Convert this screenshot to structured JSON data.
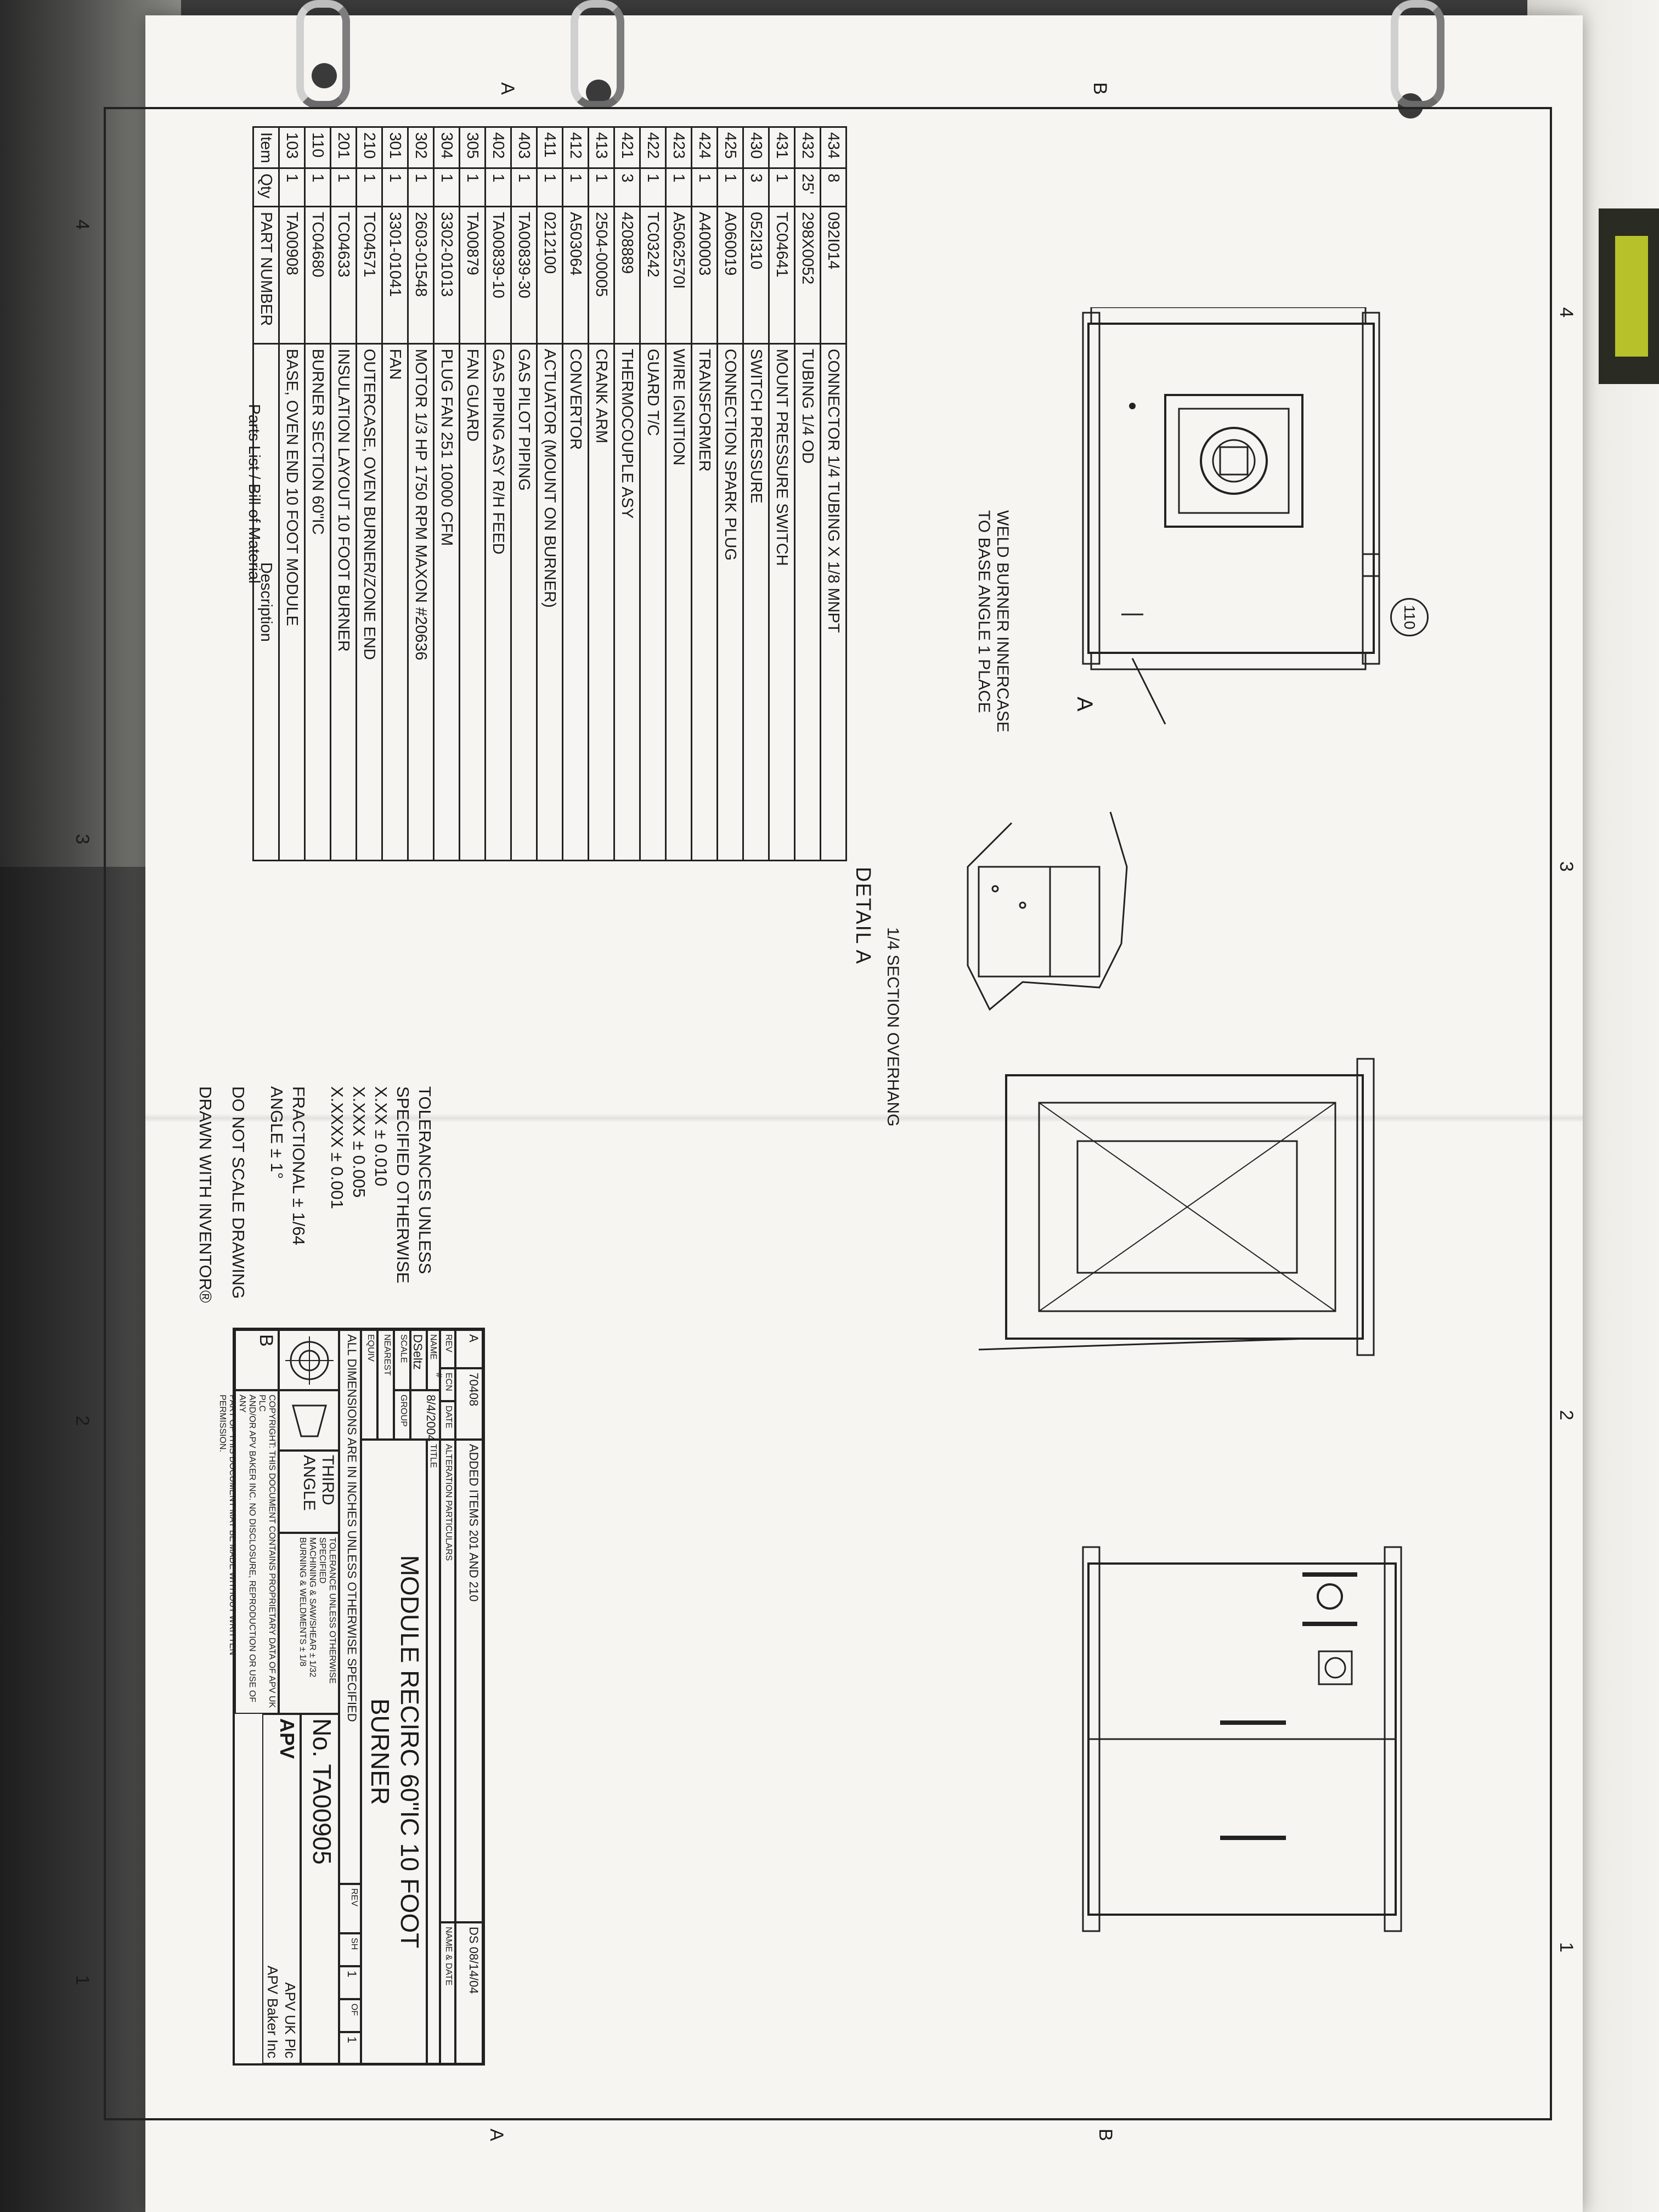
{
  "zones": {
    "top": [
      "4",
      "3",
      "2",
      "1"
    ],
    "bottom": [
      "4",
      "3",
      "2",
      "1"
    ],
    "left": [
      "B",
      "A"
    ],
    "right": [
      "B",
      "A"
    ]
  },
  "bom": {
    "headers": [
      "Item",
      "Qty",
      "PART NUMBER",
      "Description"
    ],
    "caption": "Parts List / Bill of Material",
    "rows": [
      [
        "434",
        "8",
        "092I014",
        "CONNECTOR 1/4 TUBING X 1/8 MNPT"
      ],
      [
        "432",
        "25'",
        "298X0052",
        "TUBING 1/4 OD"
      ],
      [
        "431",
        "1",
        "TC04641",
        "MOUNT PRESSURE SWITCH"
      ],
      [
        "430",
        "3",
        "052I310",
        "SWITCH PRESSURE"
      ],
      [
        "425",
        "1",
        "A060019",
        "CONNECTION SPARK PLUG"
      ],
      [
        "424",
        "1",
        "A400003",
        "TRANSFORMER"
      ],
      [
        "423",
        "1",
        "A5062570I",
        "WIRE IGNITION"
      ],
      [
        "422",
        "1",
        "TC03242",
        "GUARD T/C"
      ],
      [
        "421",
        "3",
        "4208889",
        "THERMOCOUPLE ASY"
      ],
      [
        "413",
        "1",
        "2504-00005",
        "CRANK ARM"
      ],
      [
        "412",
        "1",
        "A503064",
        "CONVERTOR"
      ],
      [
        "411",
        "1",
        "0212100",
        "ACTUATOR (MOUNT ON BURNER)"
      ],
      [
        "403",
        "1",
        "TA00839-30",
        "GAS PILOT PIPING"
      ],
      [
        "402",
        "1",
        "TA00839-10",
        "GAS PIPING ASY R/H FEED"
      ],
      [
        "305",
        "1",
        "TA00879",
        "FAN GUARD"
      ],
      [
        "304",
        "1",
        "3302-01013",
        "PLUG FAN 251 10000 CFM"
      ],
      [
        "302",
        "1",
        "2603-01548",
        "MOTOR 1/3 HP 1750 RPM MAXON #20636"
      ],
      [
        "301",
        "1",
        "3301-01041",
        "FAN"
      ],
      [
        "210",
        "1",
        "TC04571",
        "OUTERCASE, OVEN BURNER/ZONE END"
      ],
      [
        "201",
        "1",
        "TC04633",
        "INSULATION LAYOUT 10 FOOT BURNER"
      ],
      [
        "110",
        "1",
        "TC04680",
        "BURNER SECTION 60\"IC"
      ],
      [
        "103",
        "1",
        "TA00908",
        "BASE, OVEN END 10 FOOT MODULE"
      ]
    ]
  },
  "notes": {
    "balloon": "110",
    "weld_note_line1": "WELD BURNER INNERCASE",
    "weld_note_line2": "TO BASE ANGLE 1 PLACE",
    "section_marker": "A",
    "overhang": "1/4 SECTION OVERHANG",
    "detail_title": "DETAIL  A"
  },
  "tolerances": {
    "line1": "TOLERANCES UNLESS",
    "line2": "SPECIFIED OTHERWISE",
    "line3": "X.XX ± 0.010",
    "line4": "X.XXX ± 0.005",
    "line5": "X.XXXX ± 0.001",
    "line6": "FRACTIONAL ± 1/64",
    "line7": "ANGLE ± 1°",
    "line8": "DO NOT SCALE DRAWING",
    "line9": "DRAWN WITH INVENTOR®"
  },
  "title_block": {
    "rev_letter": "A",
    "eco": "70408",
    "alteration": "ADDED ITEMS 201 AND 210",
    "rev_name_date": "DS 08/14/04",
    "rev_label": "REV",
    "eco_label": "ECN #",
    "date_label": "DATE",
    "alteration_label": "ALTERATION PARTICULARS",
    "name_date_label": "NAME & DATE",
    "name_label": "NAME",
    "title_label": "TITLE",
    "drawn_by": "DSeltz",
    "drawn_date": "8/4/2004",
    "scale_label": "SCALE",
    "group_label": "GROUP",
    "nearest_label": "NEAREST",
    "equiv_label": "EQUIV",
    "title_line1": "MODULE RECIRC 60\"IC 10 FOOT",
    "title_line2": "BURNER",
    "dims_note": "ALL DIMENSIONS ARE IN INCHES UNLESS OTHERWISE SPECIFIED",
    "rev_box_label": "REV",
    "sh_label": "SH",
    "sh_value": "1",
    "of_label": "OF",
    "of_value": "1",
    "projection_line1": "THIRD",
    "projection_line2": "ANGLE",
    "tol_note1": "TOLERANCE UNLESS OTHERWISE SPECIFIED",
    "tol_note2": "MACHINING & SAW/SHEAR   ± 1/32",
    "tol_note3": "BURNING & WELDMENTS    ± 1/8",
    "drawing_no": "No. TA00905",
    "company1": "APV UK Plc",
    "company2": "APV Baker Inc",
    "logo_text": "APV",
    "copyright1": "COPYRIGHT: THIS DOCUMENT CONTAINS PROPRIETARY DATA OF APV UK PLC",
    "copyright2": "AND/OR APV BAKER INC. NO DISCLOSURE, REPRODUCTION OR USE OF ANY",
    "copyright3": "PART OF THIS DOCUMENT MAY BE MADE WITHOUT WRITTEN PERMISSION.",
    "size_letter": "B"
  }
}
